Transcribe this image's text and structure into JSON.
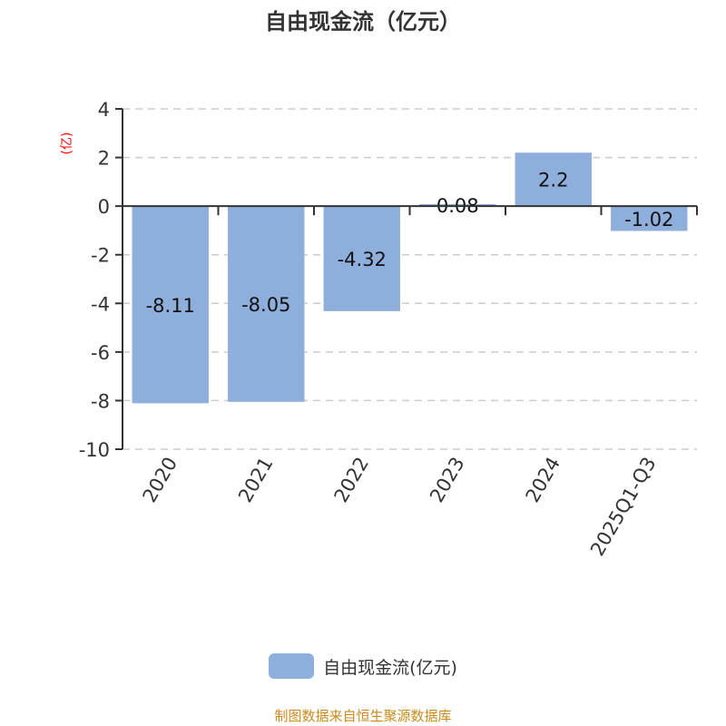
{
  "chart_data": {
    "type": "bar",
    "title": "自由现金流（亿元）",
    "ylabel": "(亿)",
    "xlabel": "",
    "categories": [
      "2020",
      "2021",
      "2022",
      "2023",
      "2024",
      "2025Q1-Q3"
    ],
    "values": [
      -8.11,
      -8.05,
      -4.32,
      0.08,
      2.2,
      -1.02
    ],
    "value_labels": [
      "-8.11",
      "-8.05",
      "-4.32",
      "0.08",
      "2.2",
      "-1.02"
    ],
    "ylim": [
      -10,
      4
    ],
    "yticks": [
      "4",
      "2",
      "0",
      "-2",
      "-4",
      "-6",
      "-8",
      "-10"
    ],
    "grid": true,
    "legend": {
      "label": "自由现金流(亿元)",
      "placement": "bottom"
    },
    "color": "#8eaedb"
  },
  "source": "制图数据来自恒生聚源数据库"
}
